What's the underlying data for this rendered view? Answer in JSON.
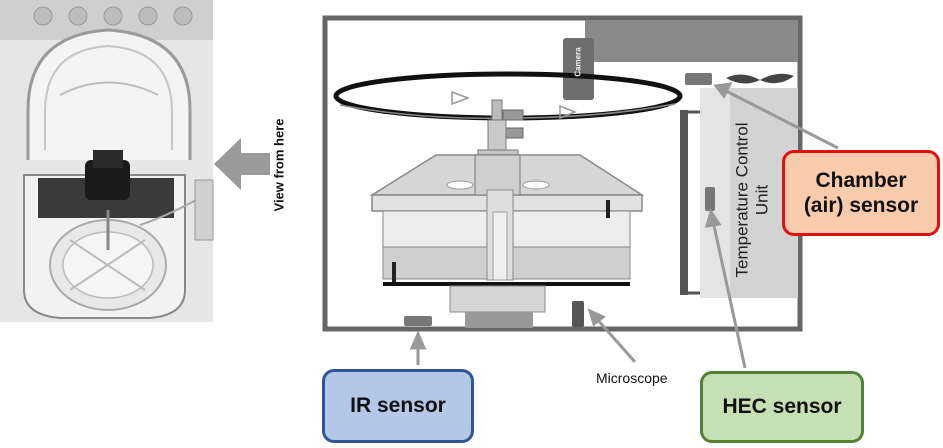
{
  "labels": {
    "view_from_here": "View from here",
    "camera": "Camera",
    "temperature_control_line1": "Temperature Control",
    "temperature_control_line2": "Unit",
    "microscope": "Microscope",
    "chamber_sensor_line1": "Chamber",
    "chamber_sensor_line2": "(air) sensor",
    "ir_sensor": "IR sensor",
    "hec_sensor": "HEC sensor"
  },
  "colors": {
    "chamber_fill": "#f8cbad",
    "chamber_border": "#e01010",
    "ir_fill": "#b4c7e7",
    "ir_border": "#2f5597",
    "hec_fill": "#c5e0b4",
    "hec_border": "#548235",
    "frame": "#666666",
    "arrow": "#9a9a9a"
  }
}
